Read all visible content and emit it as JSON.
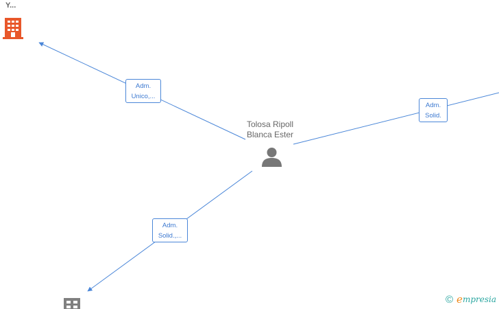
{
  "nodes": {
    "person": {
      "name": "Tolosa Ripoll\nBlanca Ester",
      "icon": "person-icon"
    },
    "company_top": {
      "name": "Y...",
      "icon": "building-icon",
      "color": "#e8572a"
    },
    "company_bottom": {
      "icon": "building-icon",
      "color": "#808080"
    }
  },
  "edges": {
    "to_top_company": "Adm.\nUnico,...",
    "to_right": "Adm.\nSolid.",
    "to_bottom_company": "Adm.\nSolid.,..."
  },
  "watermark": {
    "copyright_symbol": "©",
    "brand_initial": "e",
    "brand_rest": "mpresia"
  },
  "colors": {
    "edge": "#4a86d8",
    "label_text": "#3b78d0",
    "node_text": "#666666"
  }
}
